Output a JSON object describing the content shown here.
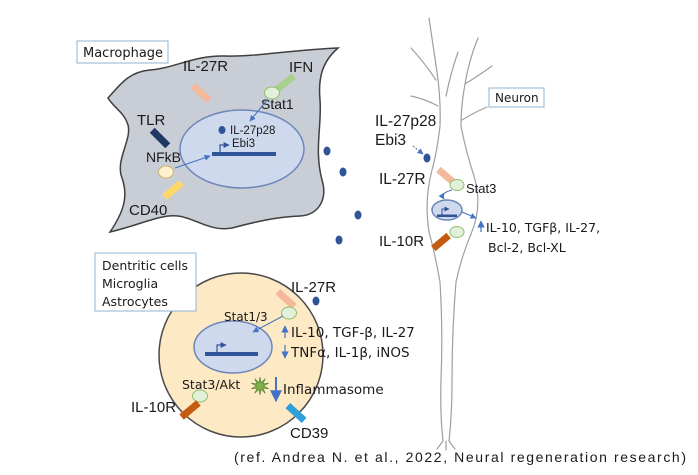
{
  "macrophage": {
    "title": "Macrophage",
    "il27r": "IL-27R",
    "ifn": "IFN",
    "stat1": "Stat1",
    "tlr": "TLR",
    "nfkb": "NFkB",
    "cd40": "CD40",
    "nucleus_gene_1": "IL-27p28",
    "nucleus_gene_2": "Ebi3"
  },
  "neuron": {
    "title": "Neuron",
    "ligand_1": "IL-27p28",
    "ligand_2": "Ebi3",
    "il27r": "IL-27R",
    "stat3": "Stat3",
    "il10r": "IL-10R",
    "upregulated_1": "IL-10, TGFβ, IL-27,",
    "upregulated_2": "Bcl-2, Bcl-XL"
  },
  "glia": {
    "cell_types": [
      "Dentritic cells",
      "Microglia",
      "Astrocytes"
    ],
    "il27r": "IL-27R",
    "stat13": "Stat1/3",
    "upregulated": "IL-10, TGF-β, IL-27",
    "downregulated": "TNFα, IL-1β, iNOS",
    "stat3_akt": "Stat3/Akt",
    "il10r": "IL-10R",
    "inflammasome": "Inflammasome",
    "cd39": "CD39"
  },
  "citation": "(ref. Andrea N. et al., 2022, Neural regeneration research)",
  "colors": {
    "macrophage_cell": "#c9cdd6",
    "nucleus": "#cfd9ee",
    "il27": "#2f5597",
    "il27r": "#f4b99b",
    "ifn_receptor": "#a9d18e",
    "stat": "#e2efda",
    "tlr": "#1f3864",
    "cd40": "#ffd966",
    "nfkb": "#fff2cc",
    "il10r": "#c55a11",
    "cd39": "#2e9fd8",
    "glia_cell": "#fde9c4",
    "inflammasome": "#7fb24a",
    "arrow": "#4472c4"
  }
}
